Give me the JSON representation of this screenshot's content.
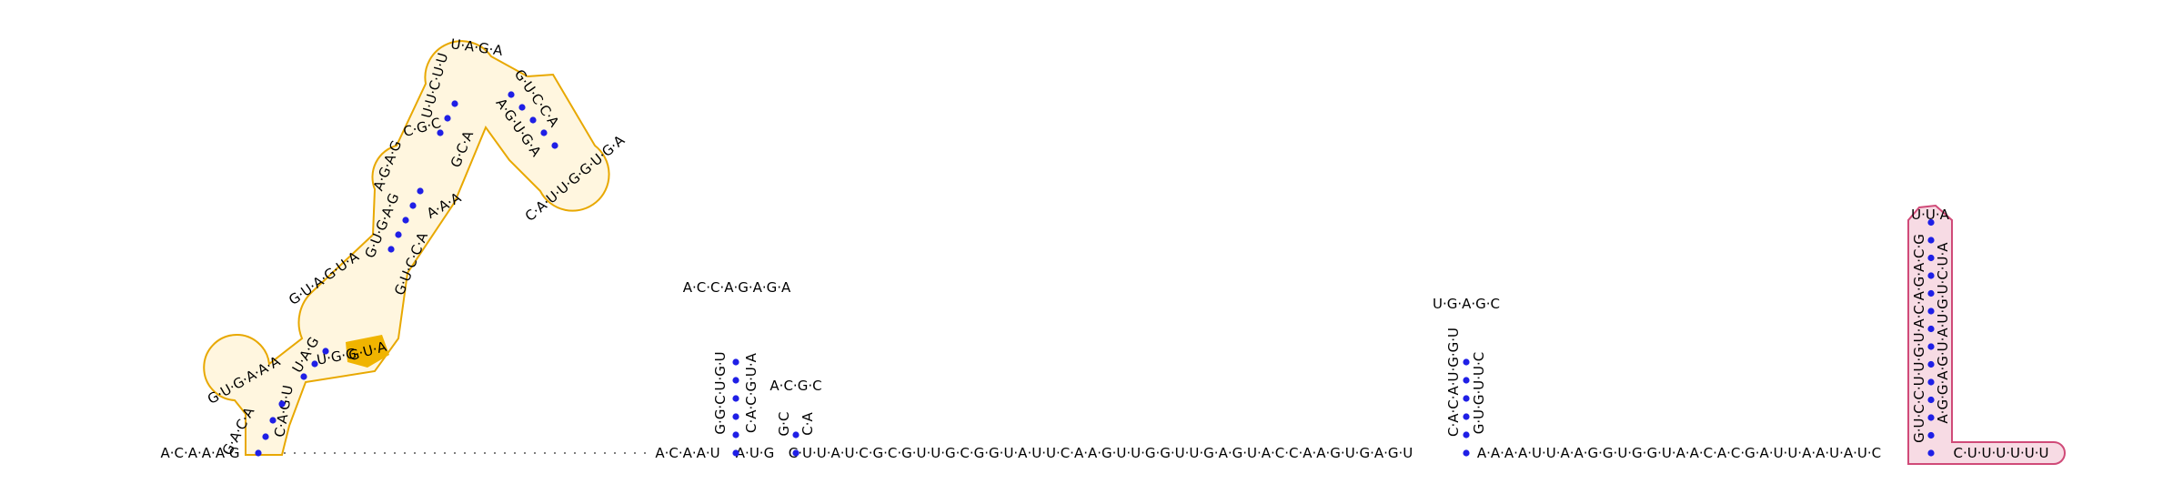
{
  "colors": {
    "background": "#ffffff",
    "pair_dot": "#1f1fe6",
    "outline_gold": "#e8a800",
    "fill_gold": "#ffeec4",
    "highlight_gold": "#f0b400",
    "outline_pink": "#d04a78",
    "fill_pink": "#f7dbe4",
    "dotted_gap": "#555555"
  },
  "sequence": {
    "five_prime": "A·C·A·A·A·G",
    "segment_after_gap": "A·C·A·A·U",
    "between_h2_h3": "A·U·G",
    "long_linker": "C·U·U·A·U·C·G·C·G·U·U·G·C·G·G·U·A·U·U·C·A·A·G·U·U·G·G·U·U·G·A·G·U·A·C·C·A·A·G·U·G·A·G·U",
    "after_h4": "A·A·A·A·U·U·A·A·G·G·U·G·G·U·A·A·C·A·C·G·A·U·U·A·A·U·A·U·C",
    "three_prime_tail": "C·U·U·U·U·U·U"
  },
  "helices": {
    "h2_left": "G·G·C·U·G·U",
    "h2_right": "C·A·C·G·U·A",
    "h2_loop": "A·C·C·A·G·A·G·A",
    "h3_left": "G·C",
    "h3_right": "C·A",
    "h3_loop": "A·C·G·C",
    "h4_left": "C·A·C·A·U·G·G·U",
    "h4_right": "G·U·G·U·U·C",
    "h4_loop": "U·G·A·G·C",
    "h5_left": "G·U·C·C·U·U·G·U·A·C·A·G·A·C·G",
    "h5_right": "A·G·G·A·G·U·A·U·G·U·C·U·A",
    "h5_loop": "U·U·A"
  },
  "large_domain": {
    "stem1_left": "G·A·C·A",
    "stem1_right": "C·A·G·U",
    "hairpin1": "G·U·G·A·A·A",
    "stem2_left": "U·A·G",
    "stem2_right": "U·G·G",
    "highlight_seq": "G·U·A",
    "interior_loop": "G·U·A·G·U·A",
    "stem3_left": "G·U·G·A·G",
    "stem3_right": "G·U·C·C·A",
    "bulge": "A·A·A",
    "stem4_left": "C·G·C",
    "stem4_right": "G·C·A",
    "upper_left": "A·G·A·G",
    "upper_loop": "U·U·C·U·U",
    "apex_loop": "U·A·G·A",
    "right_arm_upper": "G·U·C·C·A",
    "right_arm_lower": "A·G·U·G·A",
    "terminal_loop": "C·A·U·U·G·G·U·G·A"
  }
}
